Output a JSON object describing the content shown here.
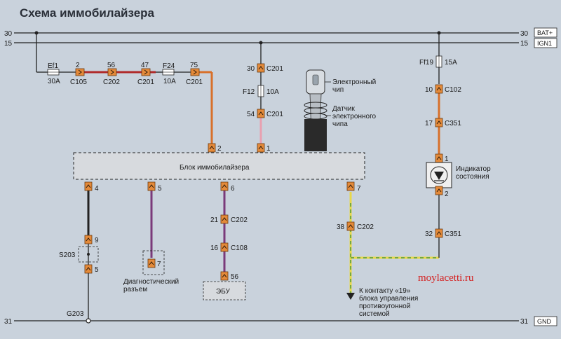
{
  "title": "Схема иммобилайзера",
  "rails": {
    "bat": {
      "num": "30",
      "tag": "BAT+"
    },
    "ign": {
      "num": "15",
      "tag": "IGN1"
    },
    "gnd": {
      "num": "31",
      "tag": "GND"
    }
  },
  "fuses": {
    "ef1": {
      "name": "Ef1",
      "rating": "30A"
    },
    "f24": {
      "name": "F24",
      "rating": "10A"
    },
    "f12": {
      "name": "F12",
      "rating": "10A"
    },
    "ff19": {
      "name": "Ff19",
      "rating": "15A"
    }
  },
  "connectors": {
    "c105_pin": "2",
    "c105": "C105",
    "c202a_pin": "56",
    "c202a": "C202",
    "c201a_pin": "47",
    "c201a": "C201",
    "c201b_pin": "75",
    "c201b": "C201",
    "c201c_pin": "30",
    "c201c": "C201",
    "c201d_pin": "54",
    "c201d": "C201",
    "c102_pin": "10",
    "c102": "C102",
    "c351a_pin": "17",
    "c351a": "C351",
    "c202b_pin": "21",
    "c202b": "C202",
    "c108_pin": "16",
    "c108": "C108",
    "c202c_pin": "38",
    "c202c": "C202",
    "c351b_pin": "32",
    "c351b": "C351"
  },
  "block": {
    "label": "Блок иммобилайзера",
    "pins": {
      "top_left": "2",
      "top_right": "1",
      "p4": "4",
      "p5": "5",
      "p6": "6",
      "p7": "7"
    }
  },
  "key": {
    "chip_label": "Электронный\nчип",
    "sensor_label": "Датчик\nэлектронного\nчипа"
  },
  "indicator": {
    "label": "Индикатор\nсостояния",
    "pin_top": "1",
    "pin_bottom": "2"
  },
  "splice": {
    "name": "S203",
    "pin_top": "9",
    "pin_bottom": "5"
  },
  "ground": {
    "name": "G203"
  },
  "diag": {
    "label": "Диагностический\nразъем",
    "pin": "7"
  },
  "ecu": {
    "label": "ЭБУ",
    "pin": "56"
  },
  "note": "К контакту «19»\nблока управления\nпротивоугонной\nсистемой",
  "watermark": "moylacetti.ru",
  "wire_colors": {
    "red": "#b02a2a",
    "pink": "#e8a0b0",
    "orange": "#d8702a",
    "black": "#222222",
    "violet": "#7a3a7a",
    "yellow": "#e8d84a",
    "green": "#2a8a3a"
  }
}
